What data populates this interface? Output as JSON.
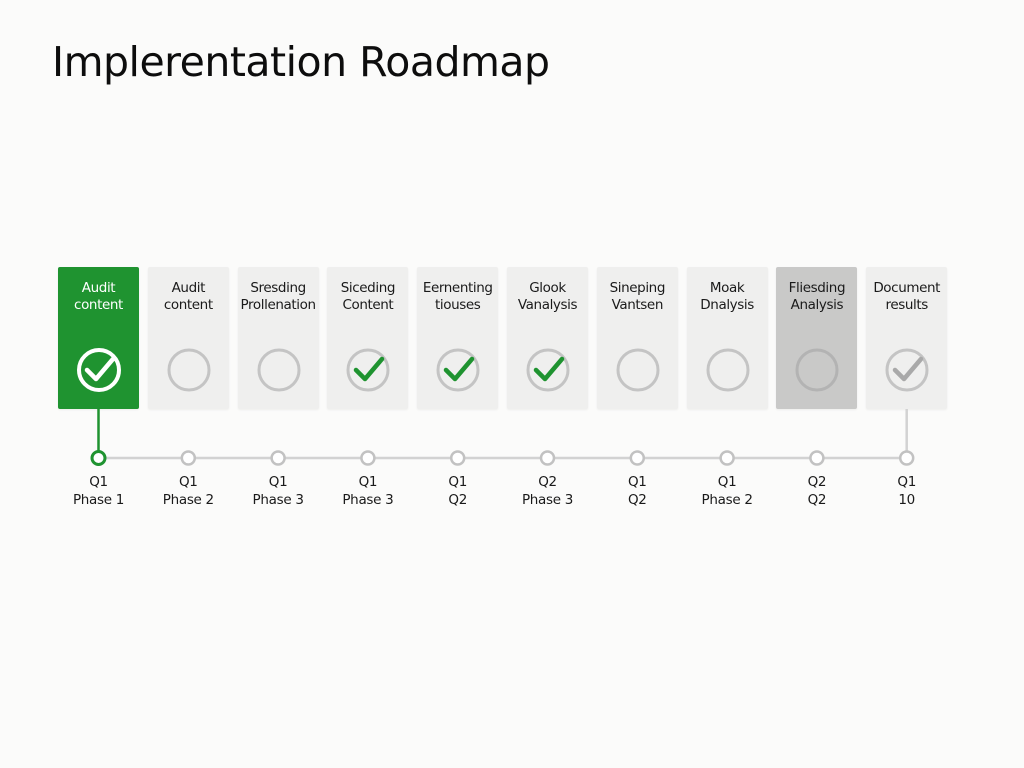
{
  "title": "Implerentation Roadmap",
  "colors": {
    "accent": "#1f9330",
    "card": "#efefee",
    "card_dim": "#c9c9c8",
    "ring": "#c4c4c4",
    "line": "#d2d2d2"
  },
  "steps": [
    {
      "label": "Audit\ncontent",
      "period": "Q1\nPhase 1",
      "status": "active",
      "icon": "check-circle-icon"
    },
    {
      "label": "Audit\ncontent",
      "period": "Q1\nPhase 2",
      "status": "pending",
      "icon": "empty-circle-icon"
    },
    {
      "label": "Sresding\nProllenation",
      "period": "Q1\nPhase 3",
      "status": "pending",
      "icon": "empty-circle-icon"
    },
    {
      "label": "Siceding\nContent",
      "period": "Q1\nPhase 3",
      "status": "done",
      "icon": "check-circle-icon"
    },
    {
      "label": "Eernenting\ntiouses",
      "period": "Q1\nQ2",
      "status": "done",
      "icon": "check-circle-icon"
    },
    {
      "label": "Glook\nVanalysis",
      "period": "Q2\nPhase 3",
      "status": "done",
      "icon": "check-circle-icon"
    },
    {
      "label": "Sineping\nVantsen",
      "period": "Q1\nQ2",
      "status": "pending",
      "icon": "empty-circle-icon"
    },
    {
      "label": "Moak\nDnalysis",
      "period": "Q1\nPhase 2",
      "status": "pending",
      "icon": "empty-circle-icon"
    },
    {
      "label": "Fliesding\nAnalysis",
      "period": "Q2\nQ2",
      "status": "dimmed",
      "icon": "empty-circle-icon"
    },
    {
      "label": "Document\nresults",
      "period": "Q1\n10",
      "status": "grey-check",
      "icon": "check-circle-icon"
    }
  ]
}
